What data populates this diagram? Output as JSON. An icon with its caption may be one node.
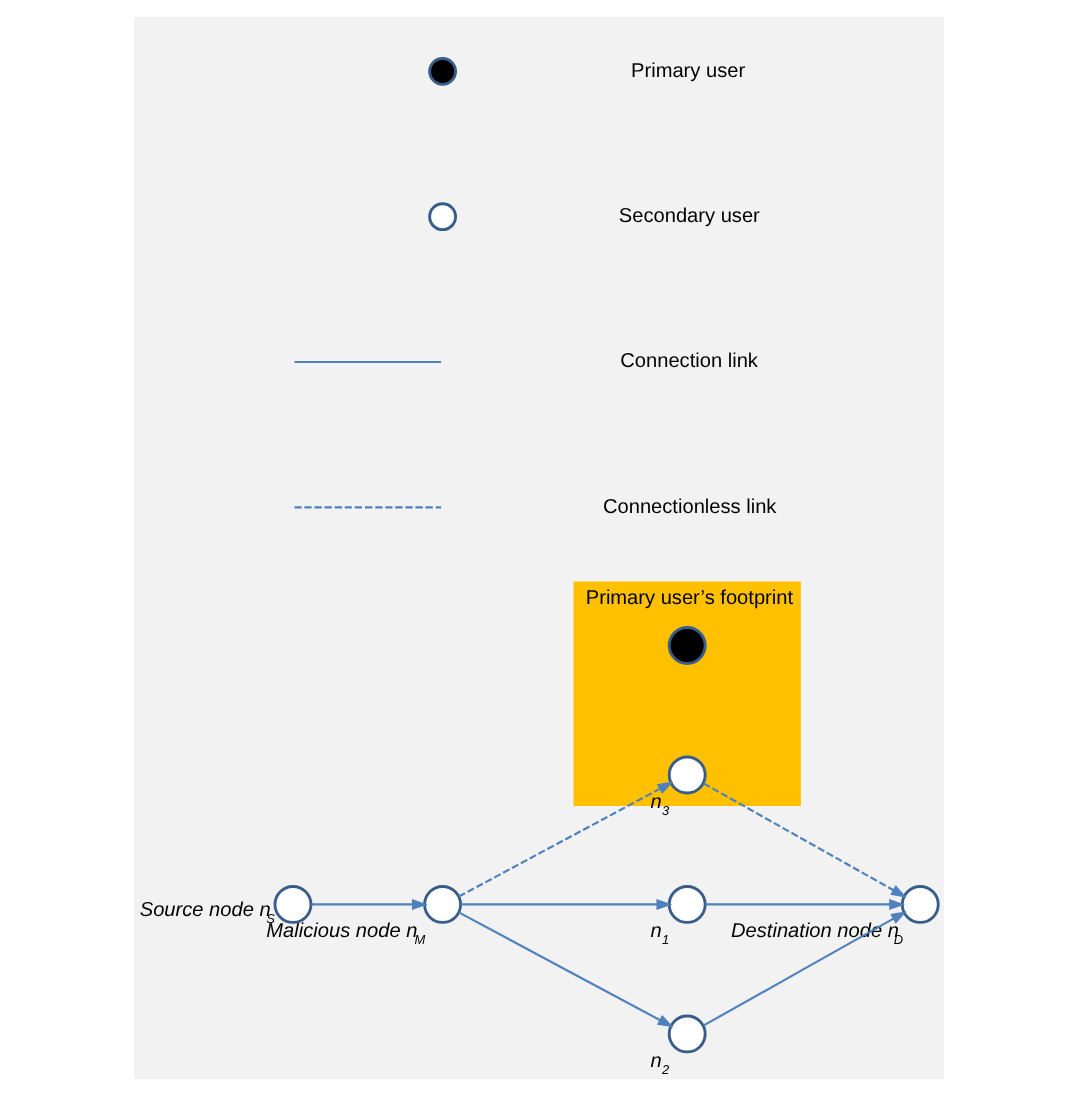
{
  "diagram": {
    "nodes": [
      {
        "text": [
          "Primary user’s footprint"
        ]
      },
      {
        "text": [],
        "shape": "circle",
        "in": 0
      },
      {
        "text": [],
        "shape": "circle",
        "beside": [
          "Destination node n$_{D}$"
        ]
      },
      {
        "text": [],
        "shape": "circle",
        "in": 0,
        "beside": [
          "n$_{3}$"
        ]
      },
      {
        "text": [],
        "shape": "circle",
        "beside": [
          "n$_{1}$"
        ]
      },
      {
        "text": [],
        "shape": "circle",
        "beside": [
          "n$_{2}$"
        ]
      },
      {
        "text": [],
        "shape": "circle",
        "beside": [
          "Malicious node n$_{M}$"
        ]
      },
      {
        "text": [],
        "shape": "circle",
        "beside": [
          "Source node n$_{S}$"
        ]
      }
    ],
    "edges": [
      {
        "from": 7,
        "to": 6,
        "arrow": "to"
      },
      {
        "from": 6,
        "to": 4,
        "arrow": "to"
      },
      {
        "from": 6,
        "to": 5,
        "arrow": "to"
      },
      {
        "from": 4,
        "to": 2,
        "arrow": "to"
      },
      {
        "from": 5,
        "to": 2,
        "arrow": "to"
      },
      {
        "from": 6,
        "to": 3,
        "arrow": "to",
        "style": "dashed"
      },
      {
        "from": 3,
        "to": 2,
        "arrow": "to",
        "style": "dashed"
      }
    ],
    "legend": [
      {
        "text": "Primary user"
      },
      {
        "text": "Secondary user"
      },
      {
        "text": "Connection link"
      },
      {
        "text": "Connectionless link"
      }
    ]
  }
}
